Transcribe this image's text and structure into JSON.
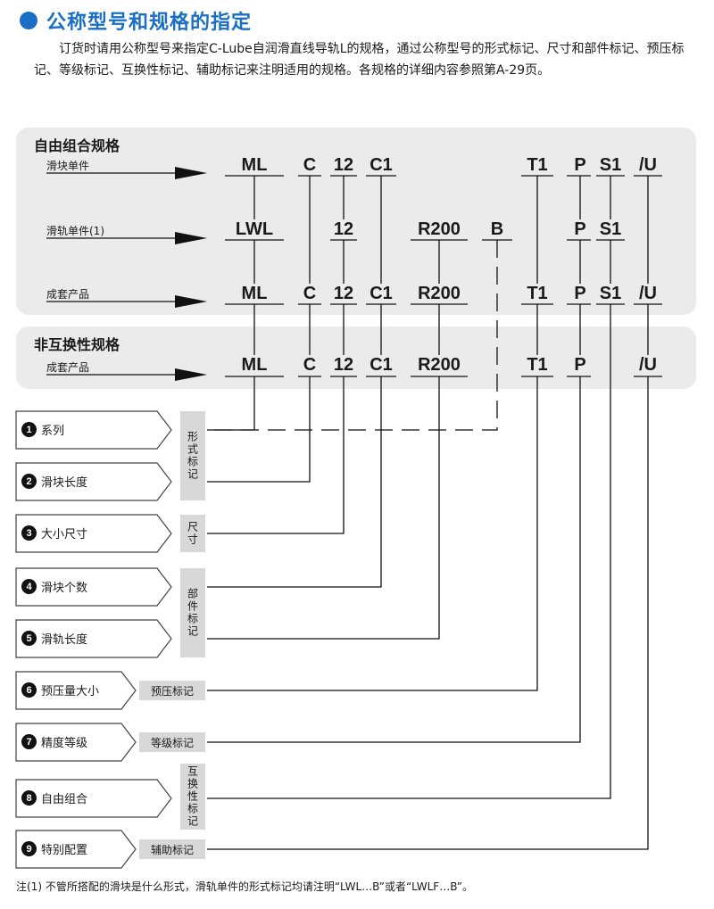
{
  "title": "公称型号和规格的指定",
  "intro": "订货时请用公称型号来指定C-Lube自润滑直线导轨L的规格，通过公称型号的形式标记、尺寸和部件标记、预压标记、等级标记、互换性标记、辅助标记来注明适用的规格。各规格的详细内容参照第A-29页。",
  "free_combo": {
    "title": "自由组合规格",
    "rows": [
      {
        "label": "滑块单件",
        "codes": [
          "ML",
          "C",
          "12",
          "C1",
          "",
          "",
          "T1",
          "P",
          "S1",
          "/U"
        ]
      },
      {
        "label": "滑轨单件(1)",
        "codes": [
          "LWL",
          "",
          "12",
          "",
          "R200",
          "B",
          "",
          "P",
          "S1",
          ""
        ]
      },
      {
        "label": "成套产品",
        "codes": [
          "ML",
          "C",
          "12",
          "C1",
          "R200",
          "",
          "T1",
          "P",
          "S1",
          "/U"
        ]
      }
    ]
  },
  "non_interchangeable": {
    "title": "非互换性规格",
    "rows": [
      {
        "label": "成套产品",
        "codes": [
          "ML",
          "C",
          "12",
          "C1",
          "R200",
          "",
          "T1",
          "P",
          "",
          "/U"
        ]
      }
    ]
  },
  "items": [
    {
      "num": "1",
      "label": "系列"
    },
    {
      "num": "2",
      "label": "滑块长度"
    },
    {
      "num": "3",
      "label": "大小尺寸"
    },
    {
      "num": "4",
      "label": "滑块个数"
    },
    {
      "num": "5",
      "label": "滑轨长度"
    },
    {
      "num": "6",
      "label": "预压量大小"
    },
    {
      "num": "7",
      "label": "精度等级"
    },
    {
      "num": "8",
      "label": "自由组合"
    },
    {
      "num": "9",
      "label": "特别配置"
    }
  ],
  "tags": {
    "form": "形式标记",
    "size": "尺寸",
    "part": "部件标记",
    "preload": "预压标记",
    "grade": "等级标记",
    "interchange": "互换性标记",
    "aux": "辅助标记"
  },
  "note": "注(1) 不管所搭配的滑块是什么形式，滑轨单件的形式标记均请注明“LWL…B”或者“LWLF…B”。",
  "colors": {
    "accent": "#1a6fc4",
    "panel": "#ebebeb",
    "tag": "#d8d8d8"
  }
}
